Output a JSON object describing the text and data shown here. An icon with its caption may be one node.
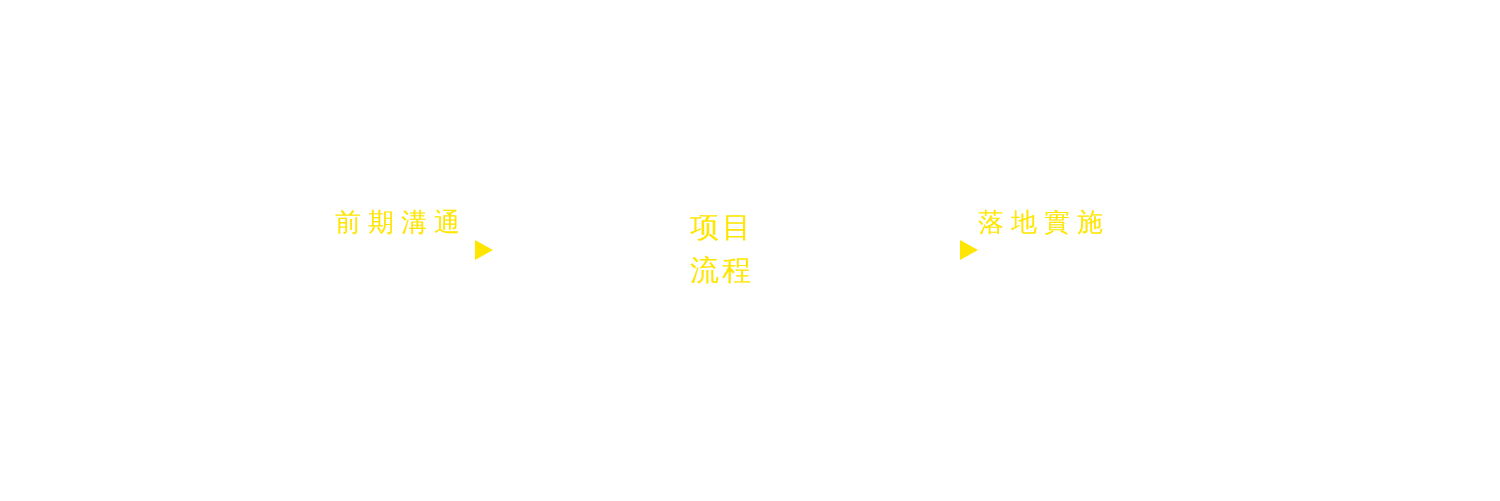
{
  "diagram": {
    "title": "项目流程",
    "labels": [
      "前期溝通",
      "落地實施"
    ]
  }
}
